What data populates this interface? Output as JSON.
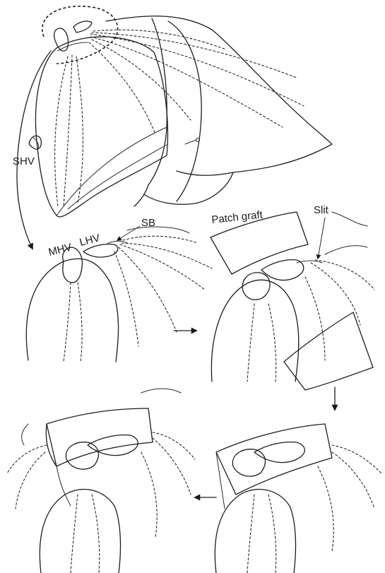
{
  "figure": {
    "labels": {
      "shv": "SHV",
      "mhv": "MHV",
      "lhv": "LHV",
      "sb": "SB",
      "patch_graft": "Patch graft",
      "slit": "Slit"
    }
  }
}
